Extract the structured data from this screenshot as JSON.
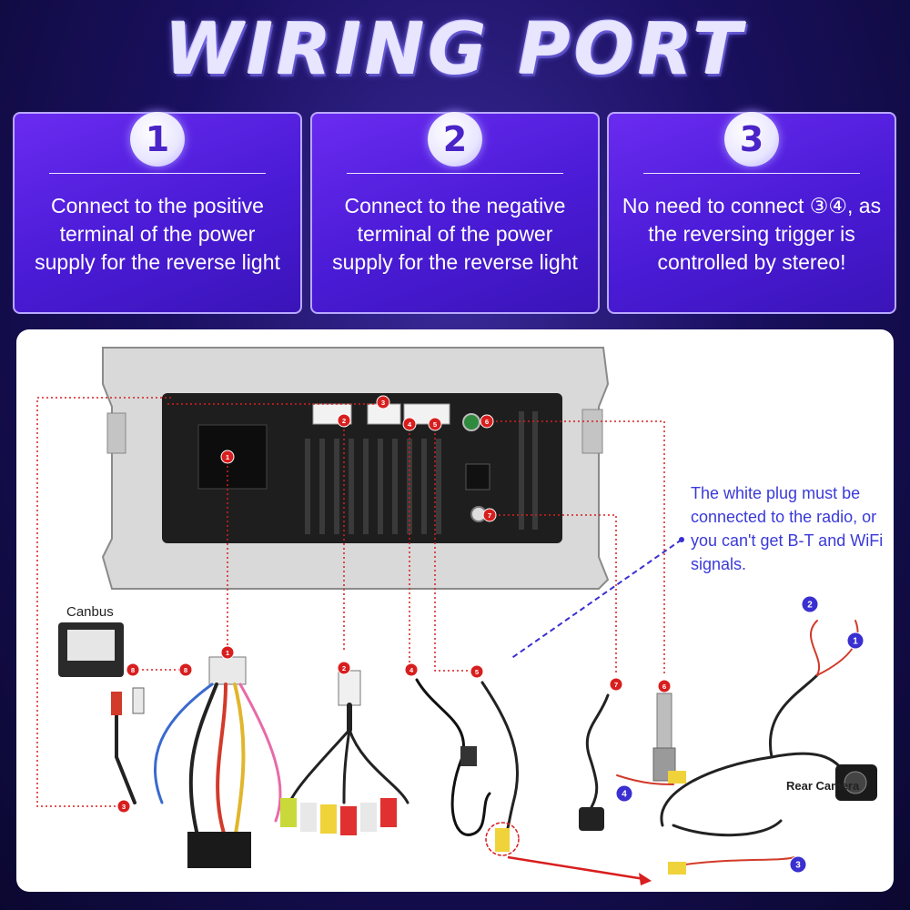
{
  "title": "WIRING PORT",
  "cards": [
    {
      "number": "1",
      "text": "Connect to the positive terminal of the power supply for the reverse light"
    },
    {
      "number": "2",
      "text": "Connect to the negative terminal of the power supply for the reverse light"
    },
    {
      "number": "3",
      "text": "No need to connect ③④, as the reversing trigger is controlled by stereo!"
    }
  ],
  "diagram": {
    "note": "The white plug must be connected to the radio, or you can't get B-T and WiFi signals.",
    "canbus_label": "Canbus",
    "camera_label": "Rear Camera",
    "red_markers": [
      "1",
      "2",
      "3",
      "4",
      "5",
      "6",
      "7",
      "8"
    ],
    "blue_markers": [
      "1",
      "2",
      "3",
      "4"
    ],
    "colors": {
      "red": "#d81e1e",
      "blue": "#3a2fd0",
      "purple_card": "#5a22e6"
    }
  }
}
